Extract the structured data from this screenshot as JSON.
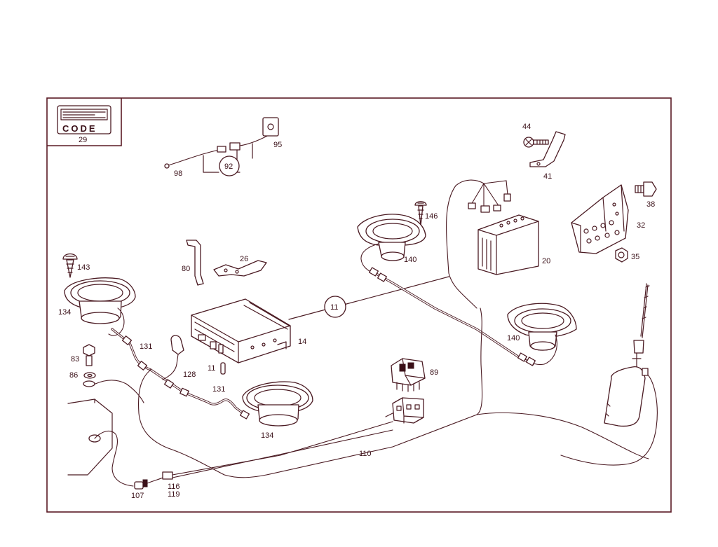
{
  "colors": {
    "line": "#4a1a22",
    "frame": "#5a1a24",
    "background": "#ffffff"
  },
  "code_badge": {
    "text": "CODE",
    "number": "29"
  },
  "labels": {
    "l98": "98",
    "l92": "92",
    "l95": "95",
    "l44": "44",
    "l41": "41",
    "l38": "38",
    "l32": "32",
    "l35": "35",
    "l146": "146",
    "l20": "20",
    "l140a": "140",
    "l140b": "140",
    "l143": "143",
    "l134a": "134",
    "l134b": "134",
    "l80": "80",
    "l26": "26",
    "l11_circle": "11",
    "l14": "14",
    "l131a": "131",
    "l131b": "131",
    "l83": "83",
    "l86": "86",
    "l128": "128",
    "l11": "11",
    "l89": "89",
    "l110": "110",
    "l116": "116",
    "l119": "119",
    "l107": "107"
  }
}
